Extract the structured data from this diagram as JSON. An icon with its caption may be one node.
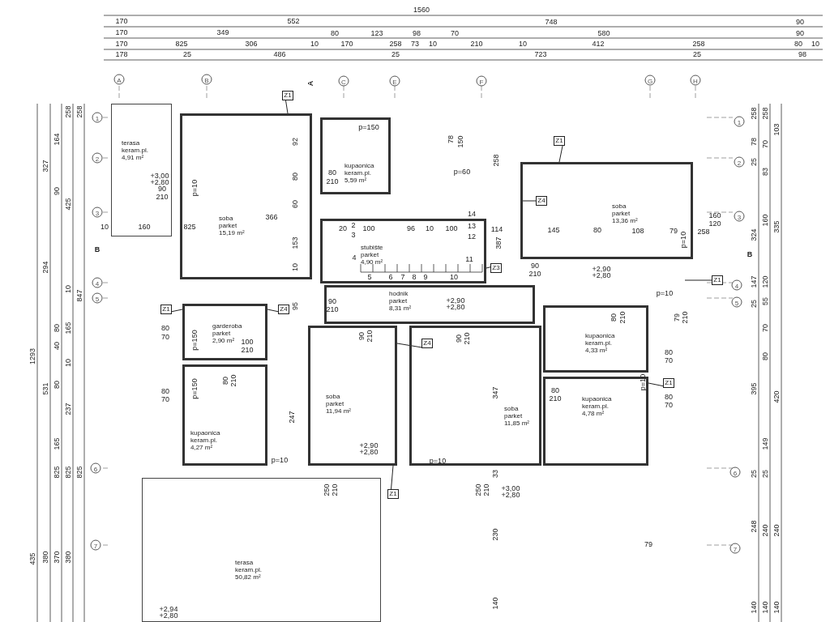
{
  "diagram": {
    "nodes": [
      {
        "text": [
          "terasa",
          "keram.pl.",
          "4,91 m²"
        ]
      },
      {
        "text": [
          "soba",
          "parket",
          "15,19 m²"
        ]
      },
      {
        "text": [
          "kupaonica",
          "keram.pl.",
          "5,59 m²"
        ]
      },
      {
        "text": [
          "stubište",
          "parket",
          "4,90 m²"
        ]
      },
      {
        "text": [
          "soba",
          "parket",
          "13,36 m²"
        ]
      },
      {
        "text": [
          "hodnik",
          "parket",
          "8,31 m²"
        ]
      },
      {
        "text": [
          "garderoba",
          "parket",
          "2,90 m²"
        ]
      },
      {
        "text": [
          "kupaonica",
          "keram.pl.",
          "4,27 m²"
        ]
      },
      {
        "text": [
          "soba",
          "parket",
          "11,94 m²"
        ]
      },
      {
        "text": [
          "kupaonica",
          "keram.pl.",
          "4,33 m²"
        ]
      },
      {
        "text": [
          "soba",
          "parket",
          "11,85 m²"
        ]
      },
      {
        "text": [
          "kupaonica",
          "keram.pl.",
          "4,78 m²"
        ]
      },
      {
        "text": [
          "terasa",
          "keram.pl.",
          "50,82 m²"
        ]
      },
      {
        "text": [
          "Z1"
        ]
      },
      {
        "text": [
          "Z1"
        ]
      },
      {
        "text": [
          "Z4"
        ],
        "in": 4
      },
      {
        "text": [
          "Z3"
        ]
      },
      {
        "text": [
          "Z1"
        ]
      },
      {
        "text": [
          "Z1"
        ]
      },
      {
        "text": [
          "Z4"
        ]
      },
      {
        "text": [
          "Z4"
        ],
        "in": 10
      },
      {
        "text": [
          "Z1"
        ]
      },
      {
        "text": [
          "Z1"
        ]
      }
    ],
    "edges": [
      {
        "from": 13,
        "to": 1,
        "arrow": "none"
      },
      {
        "from": 14,
        "to": 4,
        "arrow": "none"
      },
      {
        "from": 15,
        "to": null,
        "arrow": "none"
      },
      {
        "from": 16,
        "to": 3,
        "arrow": "none"
      },
      {
        "from": 17,
        "to": null,
        "arrow": "none"
      },
      {
        "from": 18,
        "to": 6,
        "arrow": "none"
      },
      {
        "from": 19,
        "to": 6,
        "arrow": "none"
      },
      {
        "from": 20,
        "to": 8,
        "arrow": "none"
      },
      {
        "from": 21,
        "to": 11,
        "arrow": "none"
      },
      {
        "from": 22,
        "to": 8,
        "arrow": "none"
      }
    ],
    "labels": [
      "1560",
      "170",
      "552",
      "748",
      "90",
      "170",
      "349",
      "80",
      "123",
      "98",
      "70",
      "580",
      "90",
      "170",
      "825",
      "306",
      "10",
      "170",
      "258",
      "73",
      "10",
      "210",
      "10",
      "412",
      "258",
      "80",
      "10",
      "178",
      "25",
      "486",
      "25",
      "723",
      "25",
      "98",
      "A",
      "B",
      "A",
      "C",
      "E",
      "F",
      "G",
      "H",
      "1",
      "2",
      "3",
      "B",
      "4",
      "5",
      "6",
      "7",
      "1",
      "2",
      "3",
      "B",
      "4",
      "5",
      "6",
      "7",
      "1293",
      "435",
      "327",
      "294",
      "531",
      "380",
      "164",
      "90",
      "80",
      "40",
      "80",
      "165",
      "825",
      "370",
      "258",
      "425",
      "10",
      "165",
      "10",
      "237",
      "825",
      "380",
      "258",
      "847",
      "825",
      "258",
      "78",
      "25",
      "324",
      "147",
      "25",
      "395",
      "25",
      "248",
      "140",
      "258",
      "70",
      "83",
      "160",
      "120",
      "55",
      "70",
      "80",
      "149",
      "25",
      "240",
      "140",
      "103",
      "335",
      "420",
      "240",
      "140",
      "92",
      "80",
      "60",
      "153",
      "10",
      "95",
      "p=150",
      "80",
      "210",
      "+3,00",
      "+2,80",
      "90",
      "210",
      "p=10",
      "10",
      "160",
      "825",
      "366",
      "20",
      "100",
      "96",
      "10",
      "100",
      "114",
      "145",
      "80",
      "108",
      "79",
      "258",
      "p=10",
      "2",
      "3",
      "4",
      "5",
      "6",
      "7",
      "8",
      "9",
      "10",
      "11",
      "12",
      "13",
      "14",
      "160",
      "120",
      "78",
      "150",
      "p=60",
      "258",
      "387",
      "90",
      "210",
      "+2,90",
      "+2,80",
      "90",
      "210",
      "+2,90",
      "+2,80",
      "p=10",
      "80",
      "210",
      "79",
      "210",
      "80",
      "70",
      "p=150",
      "100",
      "210",
      "80",
      "210",
      "80",
      "70",
      "p=150",
      "247",
      "90",
      "210",
      "90",
      "210",
      "80",
      "70",
      "p=10",
      "80",
      "70",
      "80",
      "210",
      "347",
      "+2,90",
      "+2,80",
      "p=10",
      "p=10",
      "33",
      "250",
      "210",
      "250",
      "210",
      "+3,00",
      "+2,80",
      "230",
      "79",
      "140",
      "+2,94",
      "+2,80"
    ]
  }
}
